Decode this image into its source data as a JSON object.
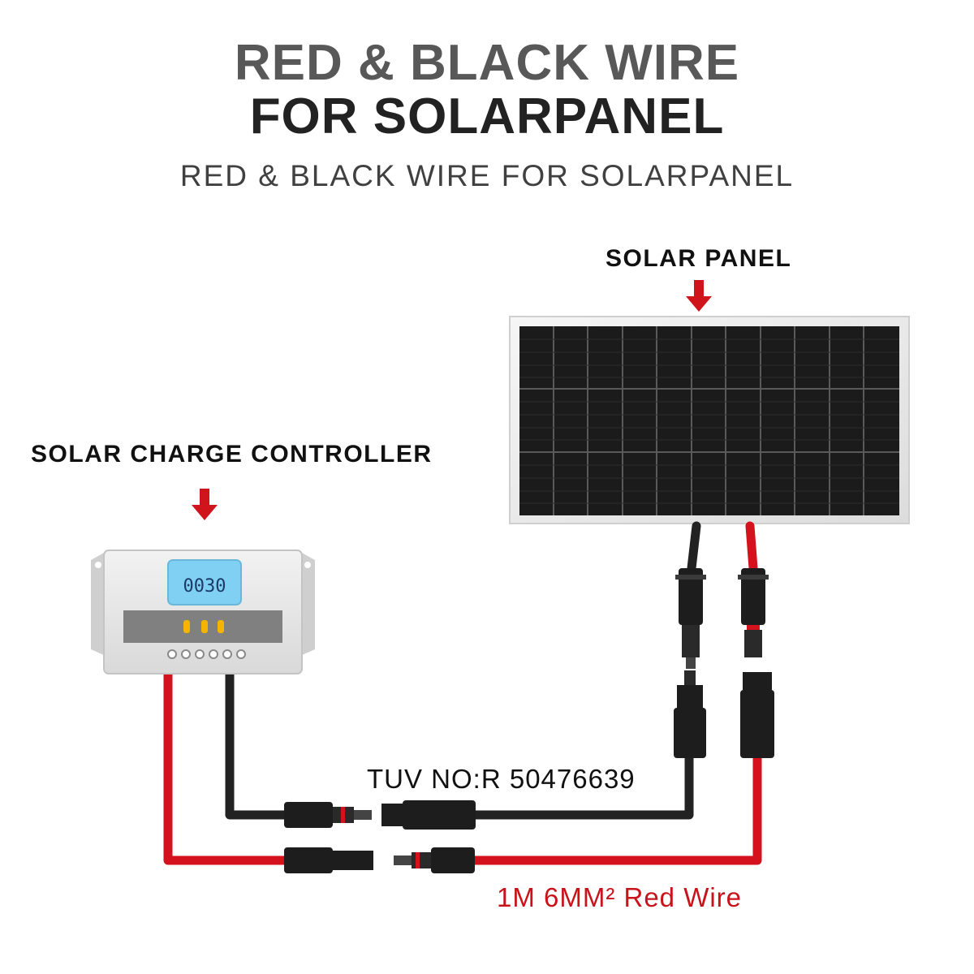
{
  "header": {
    "title_line1": "RED & BLACK WIRE",
    "title_line2": "FOR SOLARPANEL",
    "subtitle": "RED & BLACK WIRE FOR SOLARPANEL"
  },
  "labels": {
    "solar_panel": "SOLAR PANEL",
    "charge_controller": "SOLAR CHARGE CONTROLLER",
    "tuv_number": "TUV NO:R 50476639",
    "red_wire": "1M 6MM² Red Wire"
  },
  "controller": {
    "display_value": "0030"
  },
  "colors": {
    "red_wire": "#d4121e",
    "black_wire": "#222222",
    "arrow": "#d0141c",
    "display": "#7fd0f3",
    "indicator": "#f5b400",
    "panel_cell": "#1b1b1b"
  },
  "icons": [
    "down-arrow-icon",
    "solar-panel-icon",
    "charge-controller-icon",
    "mc4-connector-icon"
  ]
}
